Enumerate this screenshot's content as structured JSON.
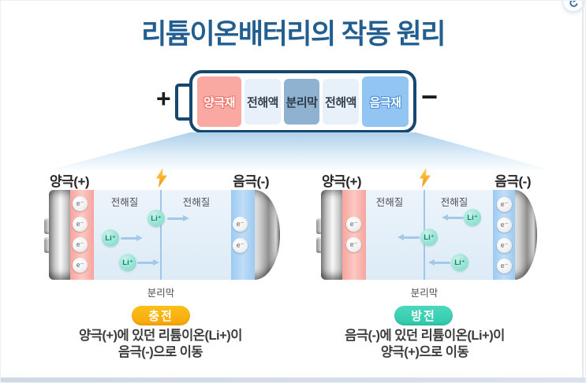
{
  "title": "리튬이온배터리의 작동 원리",
  "corner_icon": "rotate-icon",
  "pack": {
    "plus_sign": "+",
    "minus_sign": "−",
    "segments": [
      {
        "label": "양극재",
        "fill": "#f9a9a1"
      },
      {
        "label": "전해액",
        "fill": "#e8f1f9"
      },
      {
        "label": "분리막",
        "fill": "#8fb2d0"
      },
      {
        "label": "전해액",
        "fill": "#e8f1f9"
      },
      {
        "label": "음극재",
        "fill": "#92c5f1"
      }
    ]
  },
  "diagrams": [
    {
      "name": "charging",
      "positive_label": "양극(+)",
      "negative_label": "음극(-)",
      "electrolyte_label_left": "전해질",
      "electrolyte_label_right": "전해질",
      "separator_label": "분리막",
      "electron_symbol": "e⁻",
      "ion_symbol": "Li⁺",
      "ion_direction": "right",
      "cathode_electron_count": 4,
      "anode_electron_count": 2,
      "badge_label": "충전",
      "badge_color": "#f9ad0e",
      "caption_line1": "양극(+)에 있던 리튬이온(Li+)이",
      "caption_line2": "음극(-)으로 이동"
    },
    {
      "name": "discharging",
      "positive_label": "양극(+)",
      "negative_label": "음극(-)",
      "electrolyte_label_left": "전해질",
      "electrolyte_label_right": "전해질",
      "separator_label": "분리막",
      "electron_symbol": "e⁻",
      "ion_symbol": "Li⁺",
      "ion_direction": "left",
      "cathode_electron_count": 2,
      "anode_electron_count": 4,
      "badge_label": "방전",
      "badge_color": "#3fd0b4",
      "caption_line1": "음극(-)에 있던 리튬이온(Li+)이",
      "caption_line2": "양극(+)으로 이동"
    }
  ],
  "colors": {
    "title": "#235e90",
    "pack_outline": "#16486f",
    "cathode_fill": "#f9a9a1",
    "anode_fill": "#92c5f1",
    "separator_fill": "#8fb2d0",
    "electrolyte_fill": "#e8f1f9",
    "ion_fill": "#94e3d3",
    "bolt": "#f9a825"
  }
}
